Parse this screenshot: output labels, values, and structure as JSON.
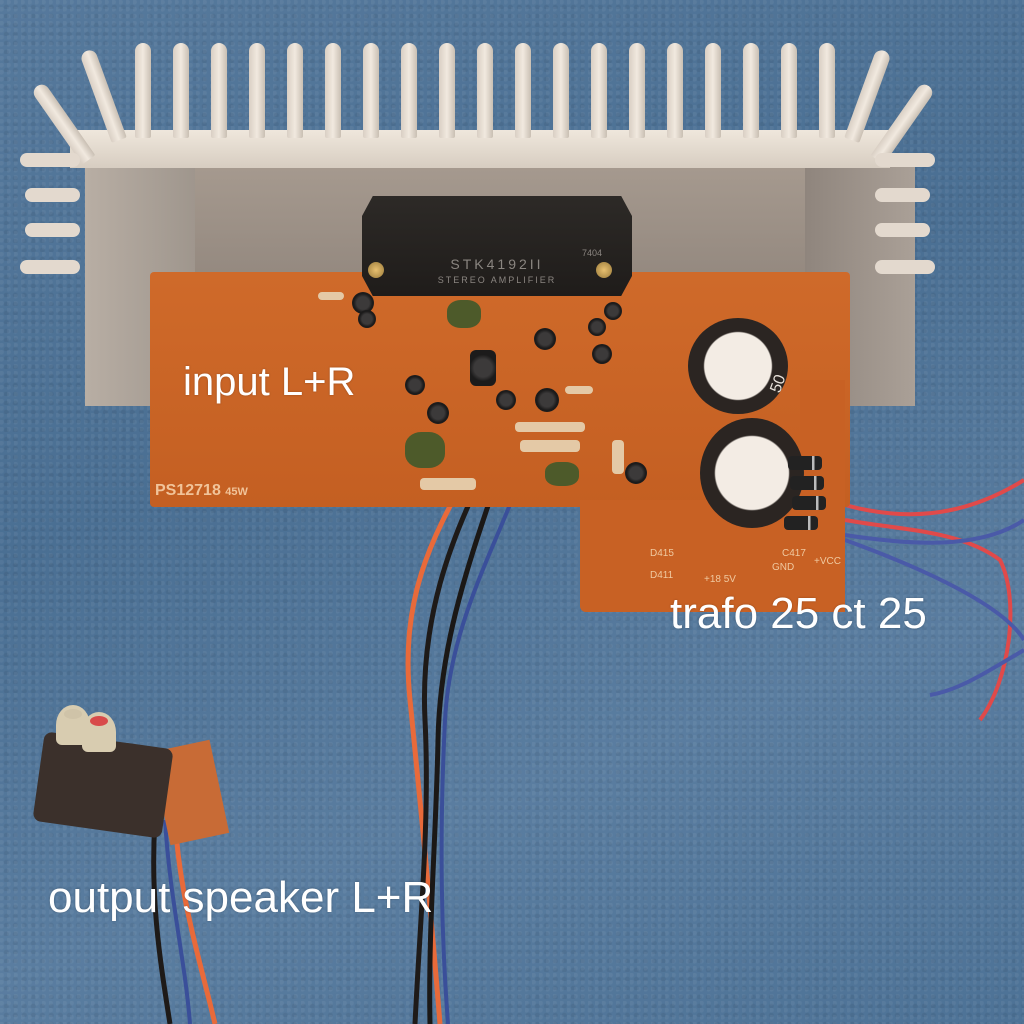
{
  "photo": {
    "subject": "STK audio amplifier board on heatsink",
    "background_color": "#4f7497",
    "pcb_color": "#c86124",
    "chip": {
      "code": "7404",
      "part_number": "STK4192II",
      "description": "STEREO AMPLIFIER"
    },
    "pcb_marking": {
      "model": "PS12718",
      "power": "45W"
    },
    "silkscreen": {
      "d415": "D415",
      "d411": "D411",
      "c417": "C417",
      "supply": "+18 5V",
      "gnd": "GND",
      "vcc": "+VCC",
      "cap_voltage": "50"
    }
  },
  "annotations": {
    "input": "input L+R",
    "transformer": "trafo 25 ct 25",
    "output": "output speaker L+R"
  }
}
